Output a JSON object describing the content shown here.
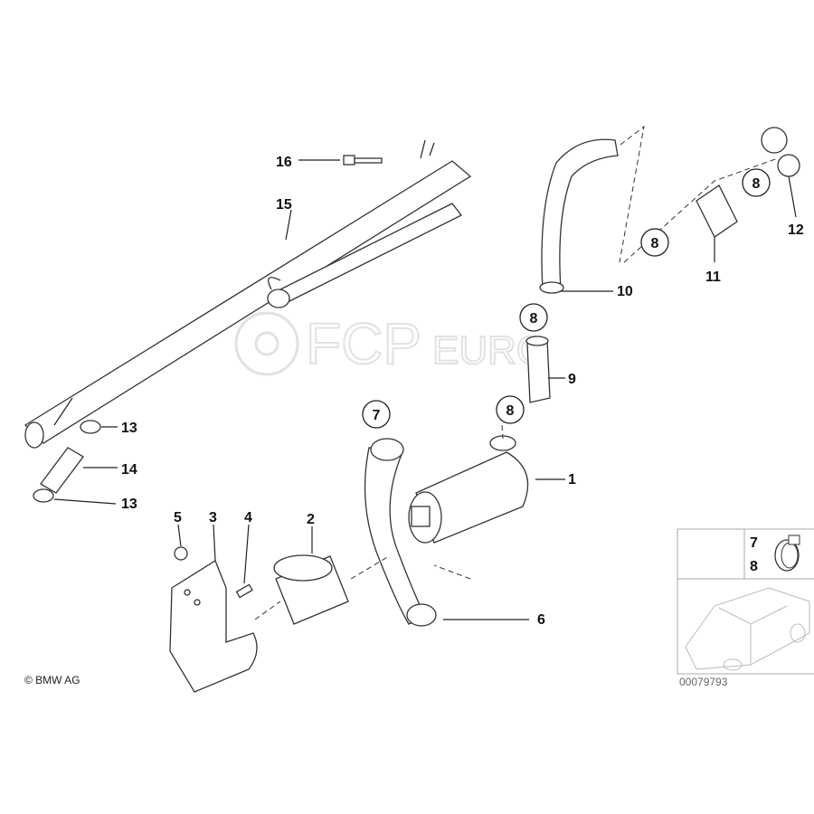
{
  "watermark": {
    "brand": "FCP",
    "suffix": "EURO"
  },
  "labels": {
    "p1": "1",
    "p2": "2",
    "p3": "3",
    "p4": "4",
    "p5": "5",
    "p6": "6",
    "p9": "9",
    "p10": "10",
    "p11": "11",
    "p12": "12",
    "p13a": "13",
    "p13b": "13",
    "p14": "14",
    "p15": "15",
    "p16": "16"
  },
  "circled_labels": {
    "c7": "7",
    "c8a": "8",
    "c8b": "8",
    "c8c": "8",
    "c8d": "8"
  },
  "inset": {
    "ref_top": "7",
    "ref_bottom": "8"
  },
  "copyright": "© BMW AG",
  "diagram_number": "00079793"
}
